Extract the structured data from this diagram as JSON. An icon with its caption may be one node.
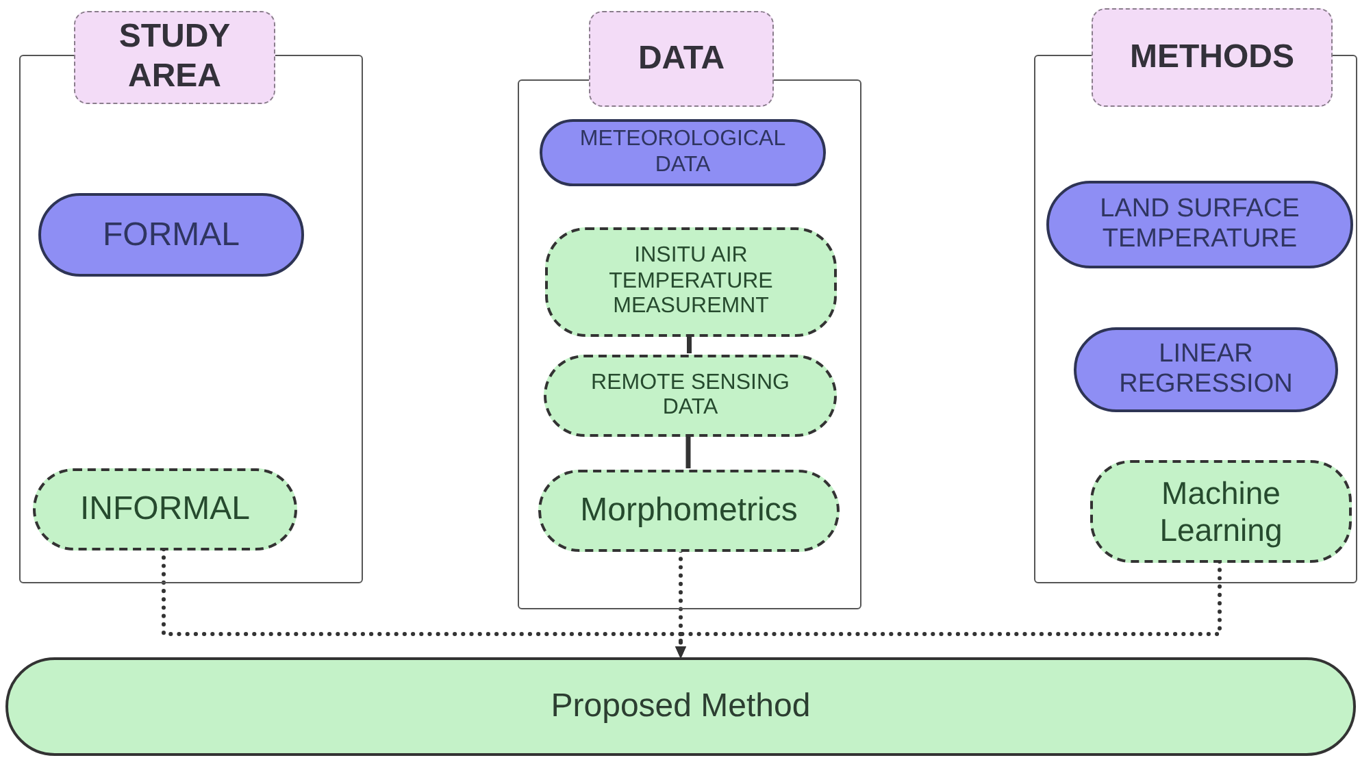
{
  "diagram": {
    "nodes": [
      {
        "text": [],
        "shape": "box"
      },
      {
        "text": [
          "STUDY AREA"
        ]
      },
      {
        "text": [
          "FORMAL"
        ],
        "in": 0
      },
      {
        "text": [
          "INFORMAL"
        ],
        "in": 0
      },
      {
        "text": [],
        "shape": "box"
      },
      {
        "text": [
          "DATA"
        ]
      },
      {
        "text": [
          "METEOROLOGICAL DATA"
        ],
        "in": 4
      },
      {
        "text": [
          "INSITU AIR TEMPERATURE MEASUREMNT"
        ],
        "in": 4
      },
      {
        "text": [
          "REMOTE SENSING DATA"
        ],
        "in": 4
      },
      {
        "text": [
          "Morphometrics"
        ],
        "in": 4
      },
      {
        "text": [],
        "shape": "box"
      },
      {
        "text": [
          "METHODS"
        ]
      },
      {
        "text": [
          "LAND SURFACE TEMPERATURE"
        ],
        "in": 10
      },
      {
        "text": [
          "LINEAR REGRESSION"
        ],
        "in": 10
      },
      {
        "text": [
          "Machine Learning"
        ],
        "in": 10
      },
      {
        "text": [
          "Proposed Method"
        ]
      }
    ],
    "edges": [
      {
        "from": 3,
        "to": 15,
        "arrow": "to",
        "style": "dashed"
      },
      {
        "from": 9,
        "to": 15,
        "arrow": "to",
        "style": "dashed"
      },
      {
        "from": 14,
        "to": 15,
        "arrow": "to",
        "style": "dashed"
      },
      {
        "from": 7,
        "to": 8,
        "arrow": "none"
      },
      {
        "from": 8,
        "to": 9,
        "arrow": "none"
      }
    ]
  }
}
